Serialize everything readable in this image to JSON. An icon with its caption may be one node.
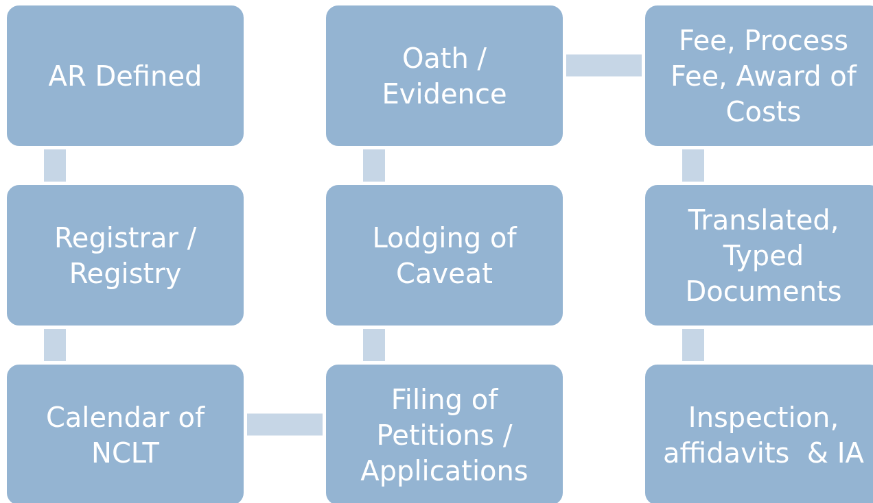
{
  "diagram": {
    "nodes": [
      {
        "text": [
          "AR Defined"
        ]
      },
      {
        "text": [
          "Oath / Evidence"
        ]
      },
      {
        "text": [
          "Fee, Process Fee, Award of Costs"
        ]
      },
      {
        "text": [
          "Registrar / Registry"
        ]
      },
      {
        "text": [
          "Lodging of Caveat"
        ]
      },
      {
        "text": [
          "Translated, Typed Documents"
        ]
      },
      {
        "text": [
          "Calendar of NCLT"
        ]
      },
      {
        "text": [
          "Filing of Petitions / Applications"
        ]
      },
      {
        "text": [
          "Inspection, affidavits  & IA"
        ]
      }
    ],
    "edges": [
      {
        "from": 0,
        "to": 3,
        "arrow": "none"
      },
      {
        "from": 3,
        "to": 6,
        "arrow": "none"
      },
      {
        "from": 6,
        "to": 7,
        "arrow": "none"
      },
      {
        "from": 7,
        "to": 4,
        "arrow": "none"
      },
      {
        "from": 4,
        "to": 1,
        "arrow": "none"
      },
      {
        "from": 1,
        "to": 2,
        "arrow": "none"
      },
      {
        "from": 2,
        "to": 5,
        "arrow": "none"
      },
      {
        "from": 5,
        "to": 8,
        "arrow": "none"
      }
    ]
  }
}
